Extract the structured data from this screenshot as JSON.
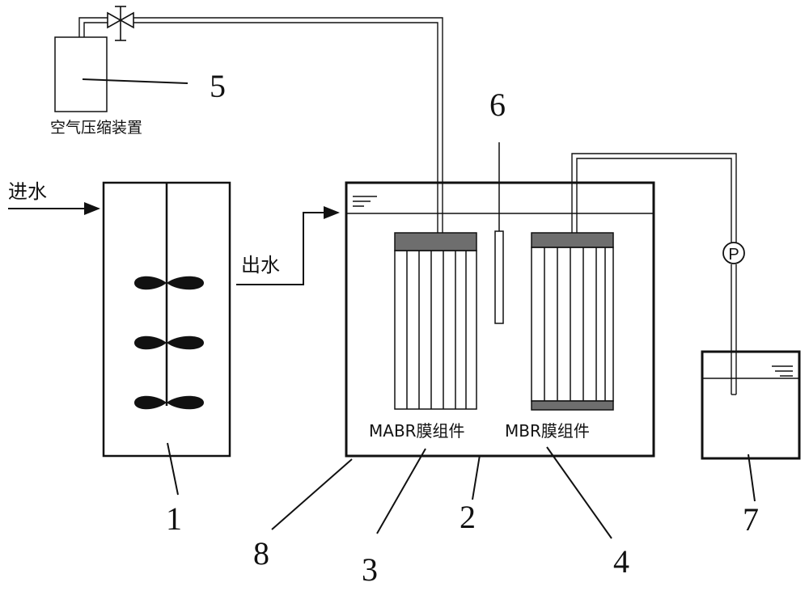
{
  "labels": {
    "inlet": "进水",
    "outlet": "出水",
    "compressor": "空气压缩装置",
    "mabr_module": "MABR膜组件",
    "mbr_module": "MBR膜组件",
    "pump_symbol": "P"
  },
  "callouts": [
    "1",
    "2",
    "3",
    "4",
    "5",
    "6",
    "7",
    "8"
  ],
  "colors": {
    "line": "#111111",
    "module_header": "#6e6e6e",
    "background": "#ffffff"
  },
  "icons": [
    "valve-icon",
    "pump-icon",
    "water-level-icon",
    "impeller-icon",
    "arrow-icon"
  ]
}
